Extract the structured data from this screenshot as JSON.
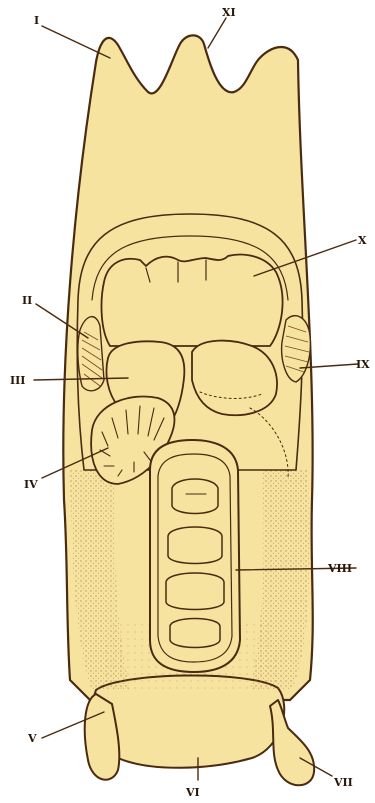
{
  "labels": {
    "I": "I",
    "II": "II",
    "III": "III",
    "IV": "IV",
    "V": "V",
    "VI": "VI",
    "VII": "VII",
    "VIII": "VIII",
    "IX": "IX",
    "X": "X",
    "XI": "XI"
  },
  "colors": {
    "body": "#f6e39f",
    "ink": "#4a2a10",
    "shading": "#8a5a2b",
    "background": "#ffffff"
  }
}
